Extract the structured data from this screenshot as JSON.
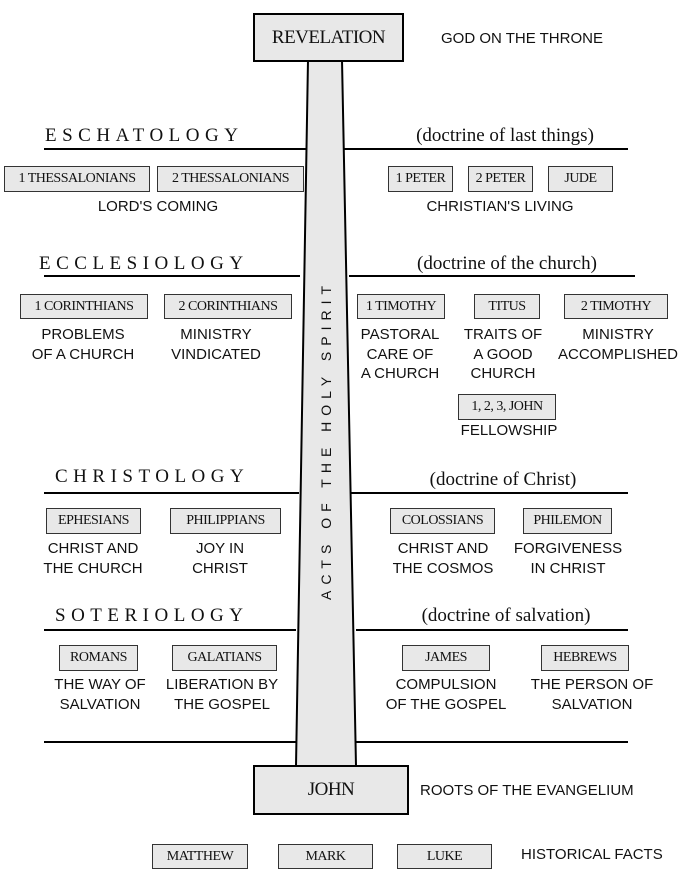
{
  "top": {
    "book": "REVELATION",
    "label": "GOD ON THE THRONE"
  },
  "pillar": {
    "label": "ACTS OF THE HOLY SPIRIT"
  },
  "sections": [
    {
      "title": "ESCHATOLOGY",
      "subtitle": "(doctrine of last things)",
      "left_books": [
        "1 THESSALONIANS",
        "2 THESSALONIANS"
      ],
      "left_caption": "LORD'S COMING",
      "right_books": [
        "1 PETER",
        "2 PETER",
        "JUDE"
      ],
      "right_caption": "CHRISTIAN'S LIVING"
    },
    {
      "title": "ECCLESIOLOGY",
      "subtitle": "(doctrine of the church)",
      "books": [
        "1 CORINTHIANS",
        "2 CORINTHIANS",
        "1 TIMOTHY",
        "TITUS",
        "2 TIMOTHY",
        "1, 2, 3, JOHN"
      ],
      "captions": [
        [
          "PROBLEMS",
          "OF A CHURCH"
        ],
        [
          "MINISTRY",
          "VINDICATED"
        ],
        [
          "PASTORAL",
          "CARE OF",
          "A CHURCH"
        ],
        [
          "TRAITS OF",
          "A GOOD",
          "CHURCH"
        ],
        [
          "MINISTRY",
          "ACCOMPLISHED"
        ],
        [
          "FELLOWSHIP"
        ]
      ]
    },
    {
      "title": "CHRISTOLOGY",
      "subtitle": "(doctrine of Christ)",
      "books": [
        "EPHESIANS",
        "PHILIPPIANS",
        "COLOSSIANS",
        "PHILEMON"
      ],
      "captions": [
        [
          "CHRIST AND",
          "THE CHURCH"
        ],
        [
          "JOY IN",
          "CHRIST"
        ],
        [
          "CHRIST AND",
          "THE COSMOS"
        ],
        [
          "FORGIVENESS",
          "IN CHRIST"
        ]
      ]
    },
    {
      "title": "SOTERIOLOGY",
      "subtitle": "(doctrine of salvation)",
      "books": [
        "ROMANS",
        "GALATIANS",
        "JAMES",
        "HEBREWS"
      ],
      "captions": [
        [
          "THE WAY OF",
          "SALVATION"
        ],
        [
          "LIBERATION BY",
          "THE GOSPEL"
        ],
        [
          "COMPULSION",
          "OF THE GOSPEL"
        ],
        [
          "THE PERSON OF",
          "SALVATION"
        ]
      ]
    }
  ],
  "base": {
    "book": "JOHN",
    "label": "ROOTS OF THE EVANGELIUM"
  },
  "synoptics": {
    "books": [
      "MATTHEW",
      "MARK",
      "LUKE"
    ],
    "label": "HISTORICAL FACTS"
  }
}
